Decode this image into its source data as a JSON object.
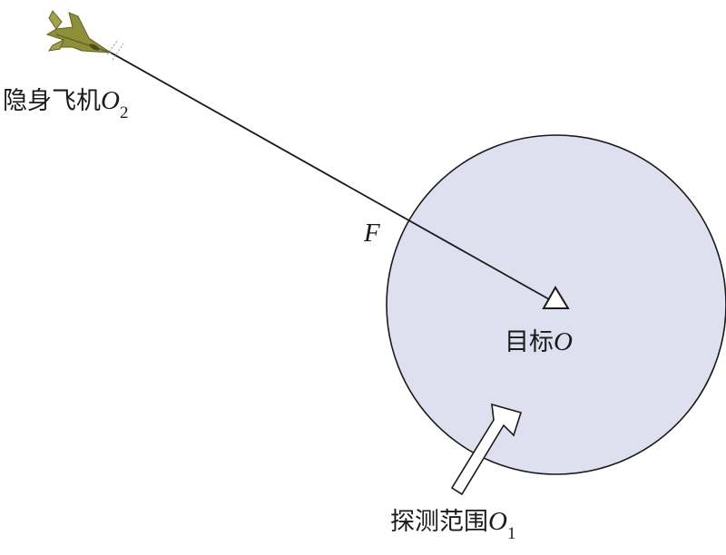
{
  "labels": {
    "aircraft_name": "隐身飞机",
    "aircraft_symbol": "O",
    "aircraft_subscript": "2",
    "point_f": "F",
    "target_name": "目标",
    "target_symbol": "O",
    "range_name": "探测范围",
    "range_symbol": "O",
    "range_subscript": "1"
  },
  "colors": {
    "range_fill": "#dfe0ef",
    "stroke": "#1a1a1a",
    "aircraft_body": "#8e8f3a",
    "aircraft_dark": "#5f6125"
  },
  "icons": {
    "aircraft": "stealth-aircraft-icon",
    "target": "triangle-target-icon",
    "pointer": "hollow-arrow-icon"
  }
}
